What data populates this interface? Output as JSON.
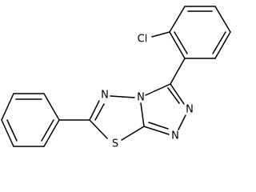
{
  "molecule": {
    "atoms": {
      "chlorine": "Cl",
      "thiadiazole_n_left": "N",
      "bridgehead_n": "N",
      "triazole_n_top": "N",
      "triazole_n_bottom": "N",
      "sulfur": "S"
    }
  }
}
